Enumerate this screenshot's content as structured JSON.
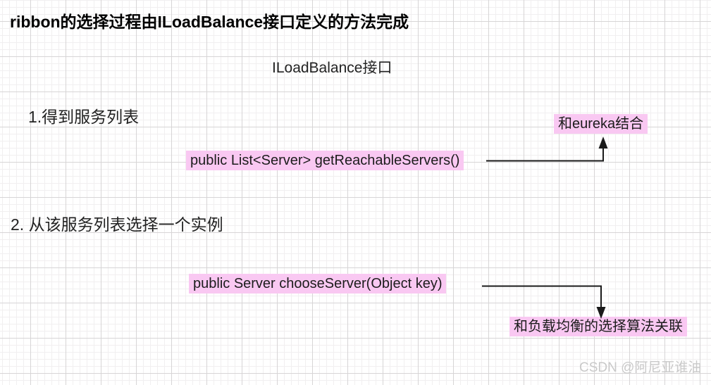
{
  "colors": {
    "highlight": "#f9c8f2",
    "grid_minor": "#f1eff0",
    "grid_major": "#d7d5d6",
    "arrow": "#1a1a1a",
    "watermark": "#c9c9c9"
  },
  "title": "ribbon的选择过程由ILoadBalance接口定义的方法完成",
  "diagram": {
    "interface_label": "ILoadBalance接口",
    "step1": {
      "label": "1.得到服务列表",
      "method": "public List<Server> getReachableServers()",
      "annotation": "和eureka结合"
    },
    "step2": {
      "label": "2. 从该服务列表选择一个实例",
      "method": "public Server chooseServer(Object key)",
      "annotation": "和负载均衡的选择算法关联"
    }
  },
  "watermark": "CSDN @阿尼亚谁油"
}
